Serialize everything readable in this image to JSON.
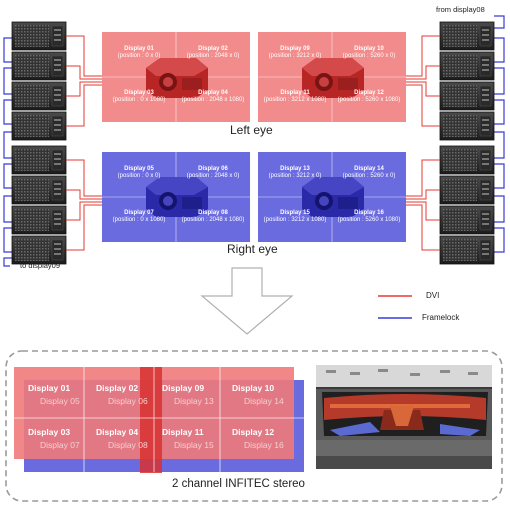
{
  "labels": {
    "from_display08": "from display08",
    "to_display09": "to display09",
    "left_eye": "Left eye",
    "right_eye": "Right eye",
    "legend_dvi": "DVI",
    "legend_framelock": "Framelock",
    "footer": "2 channel INFITEC stereo"
  },
  "projected_displays": {
    "left_eye_left": [
      {
        "name": "Display 01",
        "pos": "(position : 0 x 0)"
      },
      {
        "name": "Display 02",
        "pos": "(position : 2048 x 0)"
      },
      {
        "name": "Display 03",
        "pos": "(position : 0 x 1080)"
      },
      {
        "name": "Display 04",
        "pos": "(position : 2048 x 1080)"
      }
    ],
    "left_eye_right": [
      {
        "name": "Display 09",
        "pos": "(position : 3212 x 0)"
      },
      {
        "name": "Display 10",
        "pos": "(position : 5260 x 0)"
      },
      {
        "name": "Display 11",
        "pos": "(position : 3212 x 1080)"
      },
      {
        "name": "Display 12",
        "pos": "(position : 5260 x 1080)"
      }
    ],
    "right_eye_left": [
      {
        "name": "Display 05",
        "pos": "(position : 0 x 0)"
      },
      {
        "name": "Display 06",
        "pos": "(position : 2048 x 0)"
      },
      {
        "name": "Display 07",
        "pos": "(position : 0 x 1080)"
      },
      {
        "name": "Display 08",
        "pos": "(position : 2048 x 1080)"
      }
    ],
    "right_eye_right": [
      {
        "name": "Display 13",
        "pos": "(position : 3212 x 0)"
      },
      {
        "name": "Display 14",
        "pos": "(position : 5260 x 0)"
      },
      {
        "name": "Display 15",
        "pos": "(position : 3212 x 1080)"
      },
      {
        "name": "Display 16",
        "pos": "(position : 5260 x 1080)"
      }
    ]
  },
  "overlay_grid": {
    "red": [
      "Display 01",
      "Display 02",
      "Display 09",
      "Display 10",
      "Display 03",
      "Display 04",
      "Display 11",
      "Display 12"
    ],
    "blue": [
      "Display 05",
      "Display 06",
      "Display 13",
      "Display 14",
      "Display 07",
      "Display 08",
      "Display 15",
      "Display 16"
    ]
  },
  "colors": {
    "dvi": "#e53935",
    "framelock": "#3a3ad8",
    "left_panel": "#f28b8b",
    "right_panel": "#6b6be0"
  }
}
